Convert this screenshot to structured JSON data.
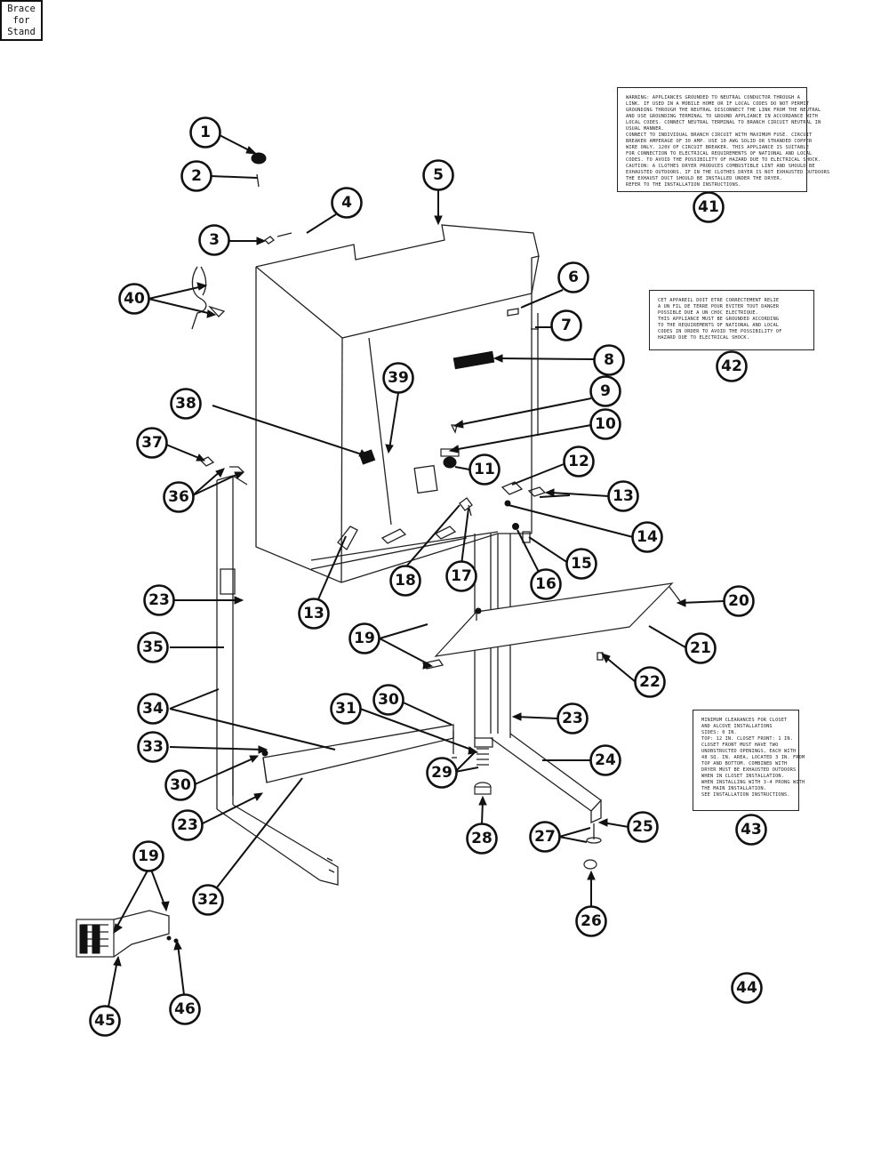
{
  "callouts": [
    {
      "n": "1"
    },
    {
      "n": "2"
    },
    {
      "n": "3"
    },
    {
      "n": "4"
    },
    {
      "n": "5"
    },
    {
      "n": "6"
    },
    {
      "n": "7"
    },
    {
      "n": "8"
    },
    {
      "n": "9"
    },
    {
      "n": "10"
    },
    {
      "n": "11"
    },
    {
      "n": "12"
    },
    {
      "n": "13"
    },
    {
      "n": "13"
    },
    {
      "n": "14"
    },
    {
      "n": "15"
    },
    {
      "n": "16"
    },
    {
      "n": "17"
    },
    {
      "n": "18"
    },
    {
      "n": "19"
    },
    {
      "n": "19"
    },
    {
      "n": "20"
    },
    {
      "n": "21"
    },
    {
      "n": "22"
    },
    {
      "n": "23"
    },
    {
      "n": "23"
    },
    {
      "n": "23"
    },
    {
      "n": "24"
    },
    {
      "n": "25"
    },
    {
      "n": "26"
    },
    {
      "n": "27"
    },
    {
      "n": "28"
    },
    {
      "n": "29"
    },
    {
      "n": "30"
    },
    {
      "n": "30"
    },
    {
      "n": "31"
    },
    {
      "n": "32"
    },
    {
      "n": "33"
    },
    {
      "n": "34"
    },
    {
      "n": "35"
    },
    {
      "n": "36"
    },
    {
      "n": "37"
    },
    {
      "n": "38"
    },
    {
      "n": "39"
    },
    {
      "n": "40"
    },
    {
      "n": "41"
    },
    {
      "n": "42"
    },
    {
      "n": "43"
    },
    {
      "n": "44"
    },
    {
      "n": "45"
    },
    {
      "n": "46"
    }
  ],
  "label_41_lines": [
    "WARNING: APPLIANCES GROUNDED TO NEUTRAL CONDUCTOR THROUGH A",
    "LINK. IF USED IN A MOBILE HOME OR IF LOCAL CODES DO NOT PERMIT",
    "GROUNDING THROUGH THE NEUTRAL DISCONNECT THE LINK FROM THE NEUTRAL",
    "AND USE GROUNDING TERMINAL TO GROUND APPLIANCE IN ACCORDANCE WITH",
    "LOCAL CODES. CONNECT NEUTRAL TERMINAL TO BRANCH CIRCUIT NEUTRAL IN",
    "USUAL MANNER.",
    "CONNECT TO INDIVIDUAL BRANCH CIRCUIT WITH MAXIMUM FUSE. CIRCUIT",
    "BREAKER AMPERAGE OF 30 AMP. USE 10 AWG SOLID OR STRANDED COPPER",
    "WIRE ONLY. 120V OF CIRCUIT BREAKER. THIS APPLIANCE IS SUITABLE",
    "FOR CONNECTION TO ELECTRICAL REQUIREMENTS OF NATIONAL AND LOCAL",
    "CODES. TO AVOID THE POSSIBILITY OF HAZARD DUE TO ELECTRICAL SHOCK.",
    "CAUTION: A CLOTHES DRYER PRODUCES COMBUSTIBLE LINT AND SHOULD BE",
    "EXHAUSTED OUTDOORS. IF IN THE CLOTHES DRYER IS NOT EXHAUSTED OUTDOORS",
    "THE EXHAUST DUCT SHOULD BE INSTALLED UNDER THE DRYER.",
    "REFER TO THE INSTALLATION INSTRUCTIONS."
  ],
  "label_42_lines": [
    "CET APPAREIL DOIT ETRE CORRECTEMENT RELIE",
    "A UN FIL DE TERRE POUR EVITER TOUT DANGER",
    "POSSIBLE DUE A UN CHOC ELECTRIQUE.",
    "THIS APPLIANCE MUST BE GROUNDED ACCORDING",
    "TO THE REQUIREMENTS OF NATIONAL AND LOCAL",
    "CODES IN ORDER TO AVOID THE POSSIBILITY OF",
    "HAZARD DUE TO ELECTRICAL SHOCK."
  ],
  "label_43_lines": [
    "MINIMUM CLEARANCES FOR CLOSET",
    "AND ALCOVE INSTALLATIONS",
    "SIDES: 0 IN.",
    "TOP: 12 IN. CLOSET FRONT: 1 IN.",
    "CLOSET FRONT MUST HAVE TWO",
    "UNOBSTRUCTED OPENINGS, EACH WITH",
    "48 SQ. IN. AREA, LOCATED 3 IN. FROM",
    "TOP AND BOTTOM. COMBINED WITH",
    "DRYER MUST BE EXHAUSTED OUTDOORS",
    "WHEN IN CLOSET INSTALLATION.",
    "WHEN INSTALLING WITH 3-4 PRONG WITH",
    "THE MAIN INSTALLATION.",
    "SEE INSTALLATION INSTRUCTIONS."
  ],
  "label_44_text": "Brace\nfor\nStand"
}
